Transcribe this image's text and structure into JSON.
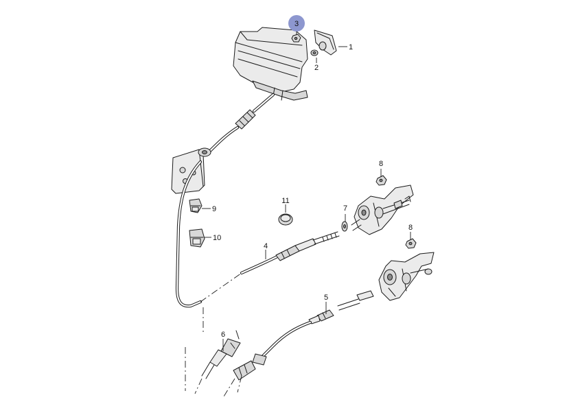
{
  "diagram": {
    "highlight_color": "#8d97cf",
    "line_color": "#1a1a1a",
    "callouts": [
      {
        "id": "c1",
        "label": "1"
      },
      {
        "id": "c2",
        "label": "2"
      },
      {
        "id": "c3",
        "label": "3",
        "highlighted": true
      },
      {
        "id": "c4",
        "label": "4"
      },
      {
        "id": "c5",
        "label": "5"
      },
      {
        "id": "c6",
        "label": "6"
      },
      {
        "id": "c7",
        "label": "7"
      },
      {
        "id": "c8a",
        "label": "8"
      },
      {
        "id": "c8b",
        "label": "8"
      },
      {
        "id": "c9",
        "label": "9"
      },
      {
        "id": "c10",
        "label": "10"
      },
      {
        "id": "c11",
        "label": "11"
      }
    ]
  }
}
